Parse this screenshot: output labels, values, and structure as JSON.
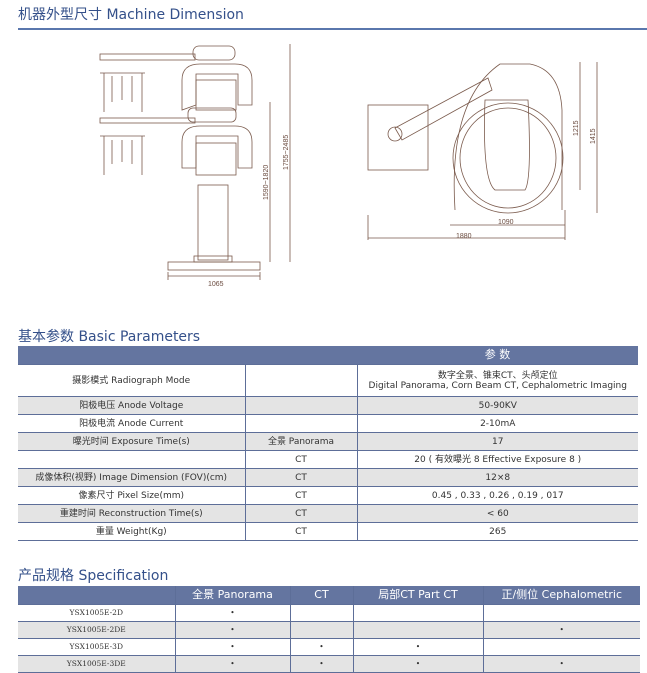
{
  "machine_dimension": {
    "title": "机器外型尺寸  Machine Dimension",
    "labels": {
      "side_width": "1065",
      "height_range_1": "1590~1820",
      "height_range_2": "1755~2485",
      "top_inner_width": "1090",
      "top_total_width": "1880",
      "top_depth_1": "1215",
      "top_depth_2": "1415"
    }
  },
  "basic": {
    "title": "基本参数  Basic Parameters",
    "header": "参 数",
    "rows": [
      {
        "name": "摄影模式  Radiograph Mode",
        "mode": "",
        "value": "数字全景、锥束CT、头颅定位",
        "value2": "Digital Panorama, Corn Beam CT, Cephalometric Imaging"
      },
      {
        "name": "阳极电压  Anode Voltage",
        "mode": "",
        "value": "50-90KV"
      },
      {
        "name": "阳极电流  Anode Current",
        "mode": "",
        "value": "2-10mA"
      },
      {
        "name": "曝光时间  Exposure Time(s)",
        "mode": "全景  Panorama",
        "value": "17"
      },
      {
        "name": "",
        "mode": "CT",
        "value": "20 ( 有效曝光 8   Effective Exposure 8 )"
      },
      {
        "name": "成像体积(视野)  Image Dimension (FOV)(cm)",
        "mode": "CT",
        "value": "12×8"
      },
      {
        "name": "像素尺寸  Pixel Size(mm)",
        "mode": "CT",
        "value": "0.45 , 0.33 , 0.26 , 0.19 , 017"
      },
      {
        "name": "重建时间  Reconstruction Time(s)",
        "mode": "CT",
        "value": "< 60"
      },
      {
        "name": "重量  Weight(Kg)",
        "mode": "CT",
        "value": "265"
      }
    ]
  },
  "spec": {
    "title": "产品规格  Specification",
    "headers": [
      "",
      "全景  Panorama",
      "CT",
      "局部CT  Part CT",
      "正/侧位  Cephalometric"
    ],
    "rows": [
      {
        "model": "YSX1005E-2D",
        "c": [
          "•",
          "",
          "",
          ""
        ]
      },
      {
        "model": "YSX1005E-2DE",
        "c": [
          "•",
          "",
          "",
          "•"
        ]
      },
      {
        "model": "YSX1005E-3D",
        "c": [
          "•",
          "•",
          "•",
          ""
        ]
      },
      {
        "model": "YSX1005E-3DE",
        "c": [
          "•",
          "•",
          "•",
          "•"
        ]
      }
    ]
  }
}
